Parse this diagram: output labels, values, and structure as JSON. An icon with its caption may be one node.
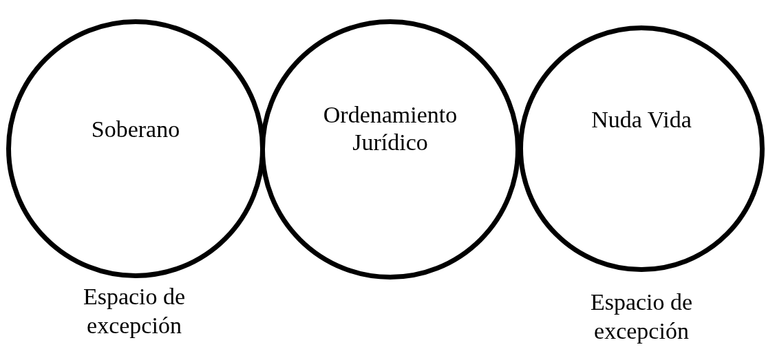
{
  "diagram": {
    "nodes": [
      {
        "text": [
          "Soberano"
        ],
        "beside": [
          "Espacio de excepción"
        ]
      },
      {
        "text": [
          "Ordenamiento Jurídico"
        ]
      },
      {
        "text": [
          "Nuda Vida"
        ],
        "beside": [
          "Espacio de excepción"
        ]
      }
    ]
  }
}
